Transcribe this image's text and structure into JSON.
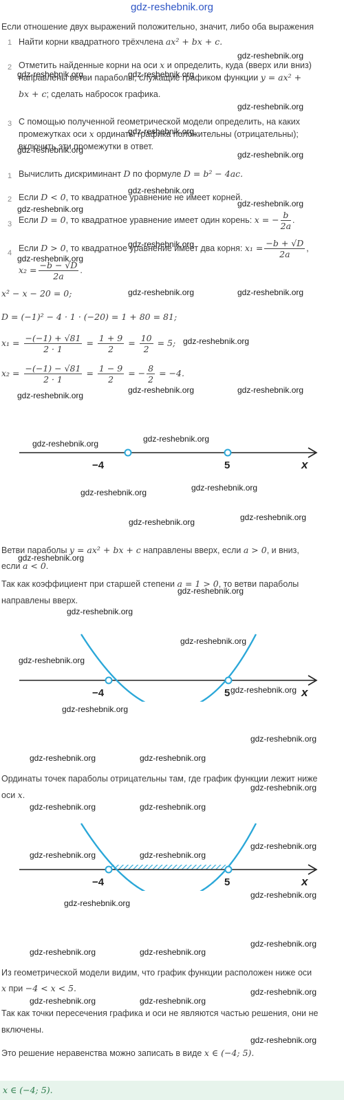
{
  "site": {
    "title": "gdz-reshebnik.org"
  },
  "watermark": "gdz-reshebnik.org",
  "intro": "Если отношение двух выражений положительно, значит, либо оба выражения",
  "algorithm": [
    {
      "n": "1",
      "text": "Найти корни квадратного трёхчлена",
      "math": "ax² + bx + c."
    },
    {
      "n": "2",
      "text_a": "Отметить найденные корни на оси",
      "math_a": "x",
      "text_b": "и определить, куда (вверх или вниз)",
      "text_c": "направлены ветви параболы, служащие графиком функции",
      "math_c": "y = ax² +",
      "math_d": "bx + c",
      "text_d": "; сделать набросок графика."
    },
    {
      "n": "3",
      "text_a": "С помощью полученной геометрической модели определить, на каких",
      "text_b": "промежутках оси",
      "math_b": "x",
      "text_c": "ординаты графика положительны (отрицательны);",
      "text_d": "включить эти промежутки в ответ."
    }
  ],
  "discriminant": [
    {
      "n": "1",
      "text": "Вычислить дискриминант",
      "math": "D",
      "text2": "по формуле",
      "math2": "D = b² − 4ac."
    },
    {
      "n": "2",
      "text": "Если",
      "math": "D < 0",
      "text2": ", то квадратное уравнение не имеет корней."
    },
    {
      "n": "3",
      "text": "Если",
      "math": "D = 0",
      "text2": ", то квадратное уравнение имеет один корень:",
      "math2": "x = −",
      "fn": "b",
      "fd": "2a",
      "tail": "."
    },
    {
      "n": "4",
      "text": "Если",
      "math": "D > 0",
      "text2": ", то квадратное уравнение имеет два корня:",
      "math2": "x₁ =",
      "fn": "−b + √D",
      "fd": "2a",
      "tail": ",",
      "math3": "x₂ =",
      "fn2": "−b − √D",
      "fd2": "2a",
      "tail2": "."
    }
  ],
  "solution": {
    "eq": "x² − x − 20 = 0;",
    "disc": "D = (−1)² − 4 · 1 · (−20) = 1 + 80 = 81;",
    "x1_lhs": "x₁ =",
    "x1_f1n": "−(−1) + √81",
    "x1_f1d": "2 · 1",
    "eq1": "=",
    "x1_f2n": "1 + 9",
    "x1_f2d": "2",
    "eq2": "=",
    "x1_f3n": "10",
    "x1_f3d": "2",
    "x1_res": "= 5;",
    "x2_lhs": "x₂ =",
    "x2_f1n": "−(−1) − √81",
    "x2_f1d": "2 · 1",
    "x2_f2n": "1 − 9",
    "x2_f2d": "2",
    "eq3": "= −",
    "x2_f3n": "8",
    "x2_f3d": "2",
    "x2_res": "= −4."
  },
  "axis": {
    "label_left": "−4",
    "label_right": "5",
    "axis_name": "x"
  },
  "branches": {
    "p1_a": "Ветви параболы",
    "p1_m": "y = ax² + bx + c",
    "p1_b": "направлены вверх, если",
    "p1_m2": "a > 0",
    "p1_c": ", и вниз,",
    "p1_d": "если",
    "p1_m3": "a < 0",
    "p1_e": ".",
    "p2_a": "Так как коэффициент при старшей степени",
    "p2_m": "a = 1 > 0",
    "p2_b": ", то ветви параболы",
    "p2_c": "направлены вверх."
  },
  "ordinates": {
    "line1": "Ординаты точек параболы отрицательны там, где график функции лежит ниже",
    "line2a": "оси",
    "line2m": "x",
    "line2b": "."
  },
  "conclusion": {
    "l1": "Из геометрической модели видим, что график функции расположен ниже оси",
    "l2m": "x",
    "l2t": "при",
    "l2m2": "−4 < x < 5.",
    "l3": "Так как точки пересечения графика и оси не являются частью решения, они не",
    "l4": "включены.",
    "l5": "Это решение неравенства можно записать в виде",
    "l5m": "x ∈ (−4;  5).",
    "answer": "x ∈ (−4;  5)."
  },
  "colors": {
    "accent": "#2aa7d8",
    "answer_bg": "#e7f4ec",
    "axis": "#222222"
  }
}
